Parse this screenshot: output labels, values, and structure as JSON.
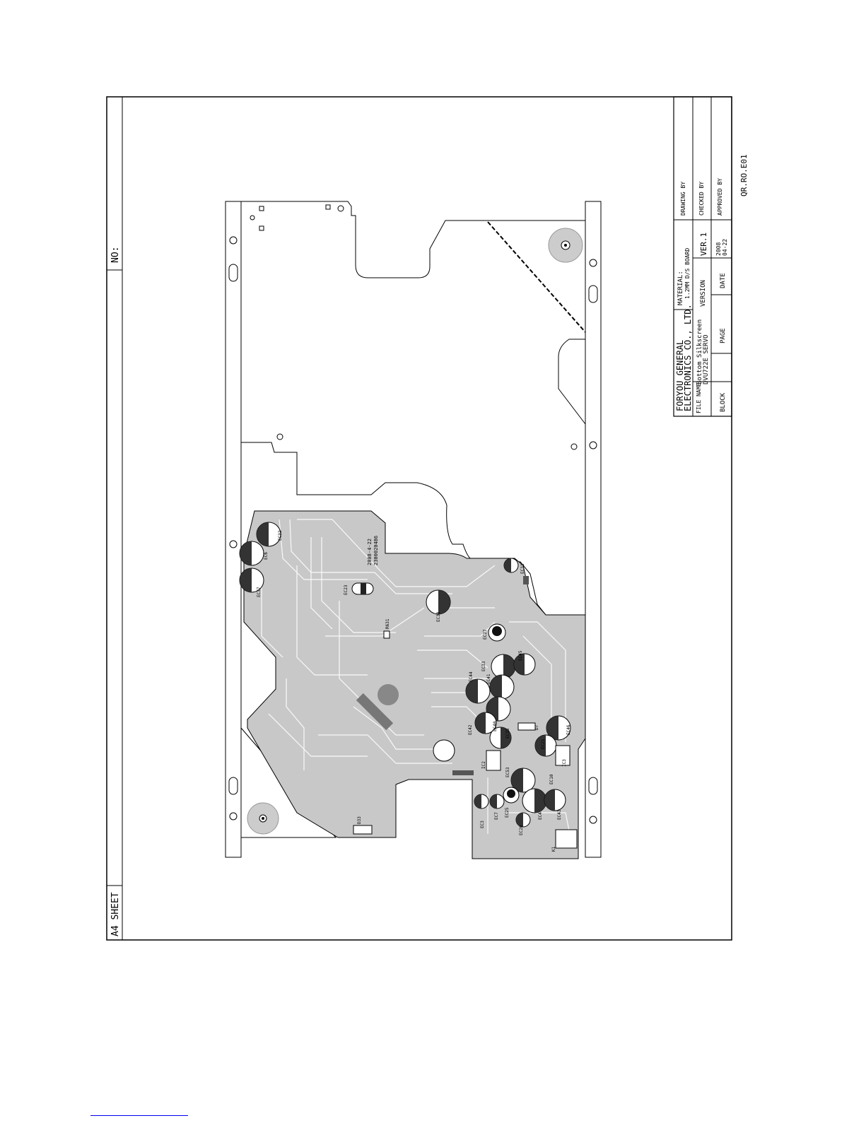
{
  "sheet": {
    "no_label": "NO:",
    "size_label": "A4 SHEET",
    "doc_code": "QR.RO.E01"
  },
  "title_block": {
    "company_line1": "FORYOU GENERAL",
    "company_line2": "ELECTRONICS CO., LTD.",
    "file_name_label": "FILE NAME",
    "file_name_value1": "Bottom Silkscreen",
    "file_name_value2": "DVU722E SERVO",
    "block_label": "BLOCK",
    "page_label": "PAGE",
    "material_label": "MATERIAL:",
    "material_value": "1.2MM D/S BOARD",
    "version_label": "VERSION",
    "version_value": "VER.1",
    "date_label": "DATE",
    "date_value1": "2008",
    "date_value2": "04-22",
    "drawing_label": "DRAWING BY",
    "checked_label": "CHECKED BY",
    "approved_label": "APPROVED BY"
  },
  "board": {
    "date_code": "2008-4-22",
    "part_number": "2300020486",
    "components": [
      "EC32",
      "EC6",
      "EC37",
      "EC23",
      "EC38",
      "EC31",
      "R631",
      "EC27",
      "EC33",
      "EC45",
      "EC44",
      "EC41",
      "EC40",
      "EC42",
      "EC35",
      "EC46",
      "EC21",
      "EC53",
      "EC10",
      "EC43",
      "EC4",
      "EC26",
      "EC3",
      "EC7",
      "EC25",
      "K1",
      "D7",
      "IC2",
      "IC3",
      "D33"
    ]
  }
}
